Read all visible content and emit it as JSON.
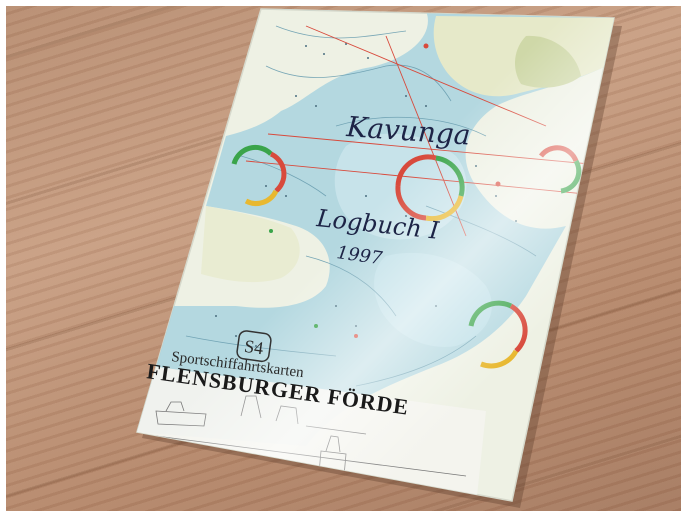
{
  "cover": {
    "handwritten_name": "Kavunga",
    "handwritten_title": "Logbuch I",
    "handwritten_year": "1997",
    "chart_number": "S4",
    "series_title": "Sportschiffahrtskarten",
    "chart_title": "FLENSBURGER FÖRDE"
  },
  "colors": {
    "wood": "#b78d72",
    "chart_paper": "#eef1e4",
    "water": "#a9d4df",
    "sector_red": "#d84a3c",
    "sector_green": "#3aa44a",
    "sector_yellow": "#e8b830"
  }
}
